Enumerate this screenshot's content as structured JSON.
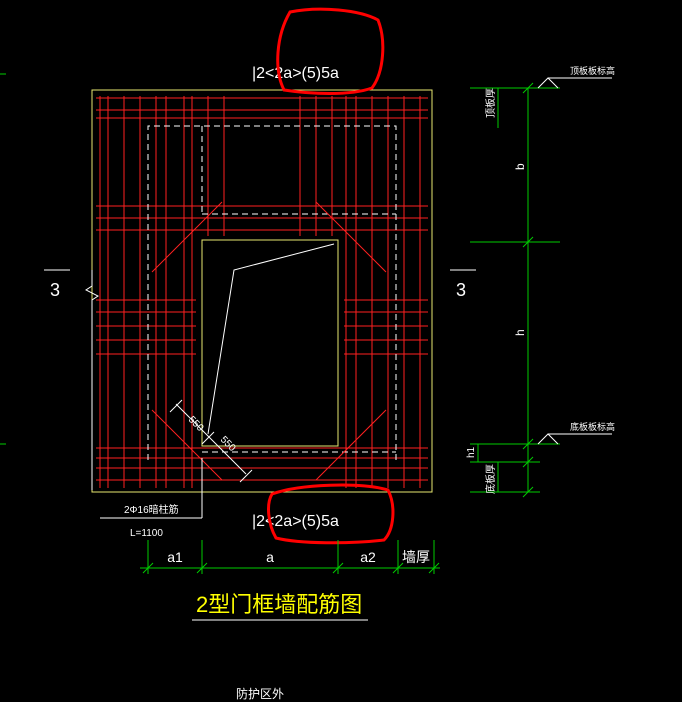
{
  "drawing": {
    "title": "2型门框墙配筋图",
    "bottom_note": "防护区外"
  },
  "rebar_labels": {
    "top": "|2<2a>(5)5a",
    "bottom": "|2<2a>(5)5a"
  },
  "section_marks": {
    "left": "3",
    "right": "3"
  },
  "diagonal_dims": {
    "first": "550",
    "second": "550"
  },
  "leader_note": {
    "line1": "2Φ16暗柱筋",
    "line2": "L=1100"
  },
  "horizontal_dims": [
    "a1",
    "a",
    "a2",
    "墙厚"
  ],
  "vertical_dims": {
    "top_slab": "顶板厚",
    "b": "b",
    "h": "h",
    "h1": "h1",
    "bottom_slab": "底板厚"
  },
  "elevations": {
    "top": "顶板板标高",
    "bottom": "底板板标高"
  },
  "colors": {
    "background": "#000000",
    "rebar": "#ff2020",
    "concrete": "#ffff80",
    "dimension": "#00cc00",
    "text": "#ffffff",
    "highlight": "#ff0000",
    "title": "#ffff00"
  }
}
